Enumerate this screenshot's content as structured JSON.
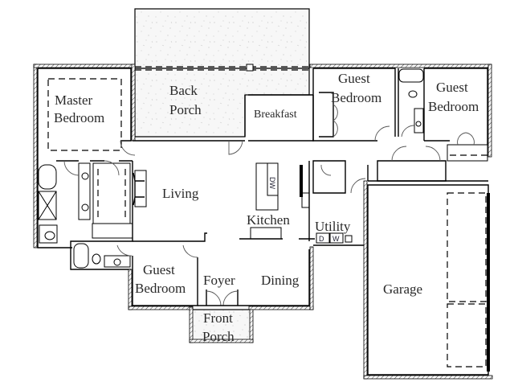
{
  "diagram": {
    "type": "floor-plan",
    "rooms": [
      {
        "id": "master-bedroom",
        "label_lines": [
          "Master",
          "Bedroom"
        ]
      },
      {
        "id": "back-porch",
        "label_lines": [
          "Back",
          "Porch"
        ]
      },
      {
        "id": "breakfast",
        "label_lines": [
          "Breakfast"
        ]
      },
      {
        "id": "guest-bedroom-1",
        "label_lines": [
          "Guest",
          "Bedroom"
        ]
      },
      {
        "id": "guest-bedroom-2",
        "label_lines": [
          "Guest",
          "Bedroom"
        ]
      },
      {
        "id": "living",
        "label_lines": [
          "Living"
        ]
      },
      {
        "id": "kitchen",
        "label_lines": [
          "Kitchen"
        ]
      },
      {
        "id": "utility",
        "label_lines": [
          "Utility"
        ]
      },
      {
        "id": "guest-bedroom-3",
        "label_lines": [
          "Guest",
          "Bedroom"
        ]
      },
      {
        "id": "foyer",
        "label_lines": [
          "Foyer"
        ]
      },
      {
        "id": "dining",
        "label_lines": [
          "Dining"
        ]
      },
      {
        "id": "front-porch",
        "label_lines": [
          "Front",
          "Porch"
        ]
      },
      {
        "id": "garage",
        "label_lines": [
          "Garage"
        ]
      }
    ],
    "appliances": {
      "dishwasher": "DW",
      "dryer": "D",
      "washer": "W"
    },
    "colors": {
      "wall": "#000000",
      "text": "#2a2a2a",
      "background": "#ffffff",
      "porch_fill": "#f7f7f7"
    }
  }
}
